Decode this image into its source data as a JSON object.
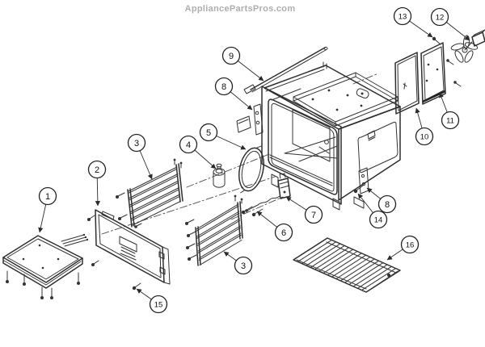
{
  "watermark": "AppliancePartsPros.com",
  "diagram": {
    "callouts": [
      {
        "label": "1"
      },
      {
        "label": "2"
      },
      {
        "label": "3"
      },
      {
        "label": "4"
      },
      {
        "label": "5"
      },
      {
        "label": "6"
      },
      {
        "label": "7"
      },
      {
        "label": "8"
      },
      {
        "label": "9"
      },
      {
        "label": "8"
      },
      {
        "label": "10"
      },
      {
        "label": "11"
      },
      {
        "label": "12"
      },
      {
        "label": "13"
      },
      {
        "label": "14"
      },
      {
        "label": "15"
      },
      {
        "label": "16"
      },
      {
        "label": "3"
      }
    ]
  }
}
